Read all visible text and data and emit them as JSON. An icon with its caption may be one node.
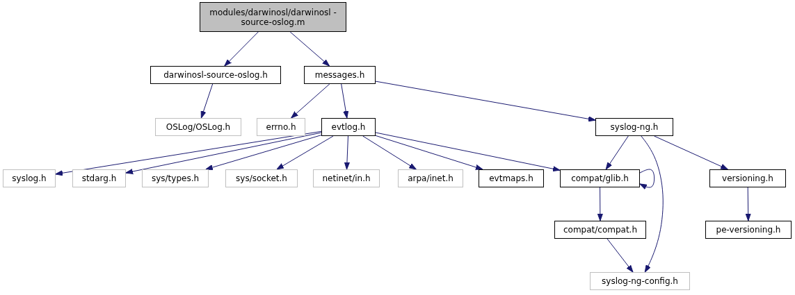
{
  "diagram": {
    "nodes": [
      {
        "text": [
          "modules/darwinosl/darwinosl -source-oslog.m"
        ]
      },
      {
        "text": [
          "darwinosl-source-oslog.h"
        ]
      },
      {
        "text": [
          "messages.h"
        ]
      },
      {
        "text": [
          "OSLog/OSLog.h"
        ]
      },
      {
        "text": [
          "errno.h"
        ]
      },
      {
        "text": [
          "evtlog.h"
        ]
      },
      {
        "text": [
          "syslog-ng.h"
        ]
      },
      {
        "text": [
          "syslog.h"
        ]
      },
      {
        "text": [
          "stdarg.h"
        ]
      },
      {
        "text": [
          "sys/types.h"
        ]
      },
      {
        "text": [
          "sys/socket.h"
        ]
      },
      {
        "text": [
          "netinet/in.h"
        ]
      },
      {
        "text": [
          "arpa/inet.h"
        ]
      },
      {
        "text": [
          "evtmaps.h"
        ]
      },
      {
        "text": [
          "compat/glib.h"
        ]
      },
      {
        "text": [
          "versioning.h"
        ]
      },
      {
        "text": [
          "compat/compat.h"
        ]
      },
      {
        "text": [
          "pe-versioning.h"
        ]
      },
      {
        "text": [
          "syslog-ng-config.h"
        ]
      }
    ],
    "edges": [
      {
        "from": 0,
        "to": 1,
        "arrow": "to"
      },
      {
        "from": 0,
        "to": 2,
        "arrow": "to"
      },
      {
        "from": 1,
        "to": 3,
        "arrow": "to"
      },
      {
        "from": 2,
        "to": 4,
        "arrow": "to"
      },
      {
        "from": 2,
        "to": 5,
        "arrow": "to"
      },
      {
        "from": 2,
        "to": 6,
        "arrow": "to"
      },
      {
        "from": 5,
        "to": 7,
        "arrow": "to"
      },
      {
        "from": 5,
        "to": 8,
        "arrow": "to"
      },
      {
        "from": 5,
        "to": 9,
        "arrow": "to"
      },
      {
        "from": 5,
        "to": 10,
        "arrow": "to"
      },
      {
        "from": 5,
        "to": 11,
        "arrow": "to"
      },
      {
        "from": 5,
        "to": 12,
        "arrow": "to"
      },
      {
        "from": 5,
        "to": 13,
        "arrow": "to"
      },
      {
        "from": 5,
        "to": 14,
        "arrow": "to"
      },
      {
        "from": 6,
        "to": 14,
        "arrow": "to"
      },
      {
        "from": 6,
        "to": 18,
        "arrow": "to"
      },
      {
        "from": 6,
        "to": 15,
        "arrow": "to"
      },
      {
        "from": 14,
        "to": 14,
        "arrow": "to"
      },
      {
        "from": 14,
        "to": 16,
        "arrow": "to"
      },
      {
        "from": 16,
        "to": 18,
        "arrow": "to"
      },
      {
        "from": 15,
        "to": 17,
        "arrow": "to"
      }
    ]
  }
}
